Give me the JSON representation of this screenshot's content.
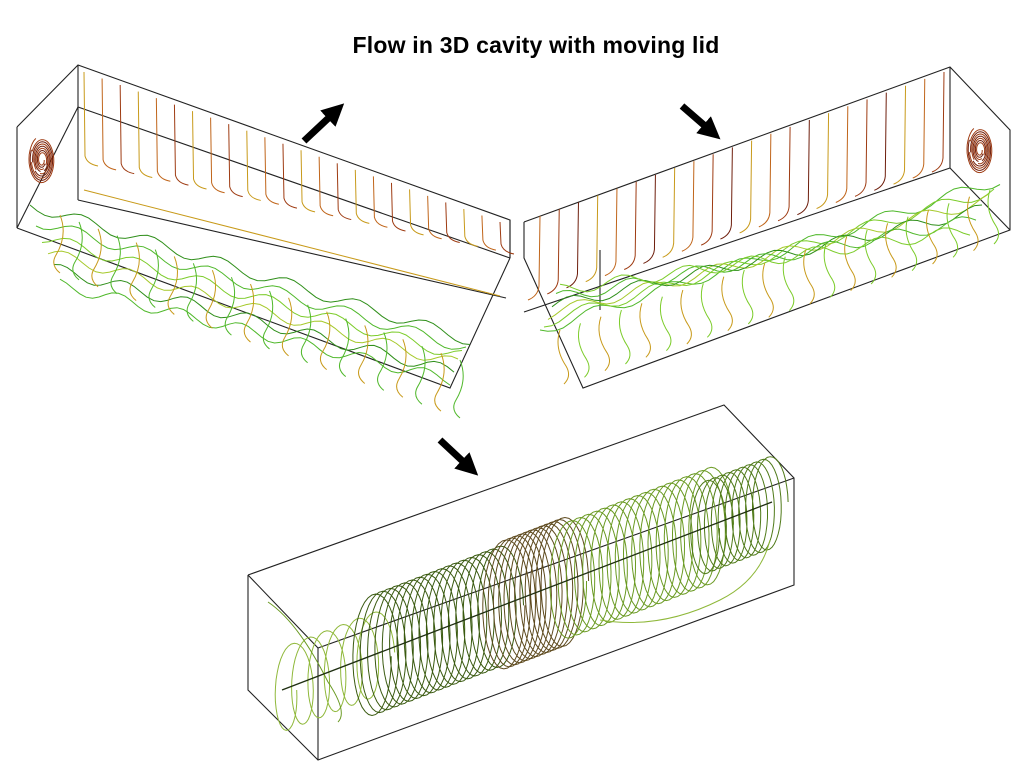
{
  "title": "Flow in 3D cavity with moving lid",
  "colors": {
    "background": "#ffffff",
    "box_outline": "#222222",
    "arrow": "#000000",
    "streamline_greens": [
      "#2f8f1a",
      "#4fb82a",
      "#7ccc2a",
      "#a6c92a"
    ],
    "streamline_warm": [
      "#c89a1a",
      "#c0651a",
      "#9e3b12",
      "#6e1e0c"
    ],
    "helix_greens": [
      "#3a5a10",
      "#4f7a18",
      "#6a9a22",
      "#8fb83a",
      "#5e4a1e",
      "#a0862a"
    ]
  },
  "panels": [
    {
      "name": "top-left-cavity-view",
      "content": "wall-streamlines"
    },
    {
      "name": "top-right-cavity-view",
      "content": "wall-streamlines"
    },
    {
      "name": "bottom-cavity-view",
      "content": "3d-helical-streamlines"
    }
  ],
  "arrows": [
    {
      "name": "lid-motion-arrow-left-panel",
      "direction": "up-right"
    },
    {
      "name": "lid-motion-arrow-right-panel",
      "direction": "down-right"
    },
    {
      "name": "lid-motion-arrow-bottom-panel",
      "direction": "down-right"
    }
  ]
}
